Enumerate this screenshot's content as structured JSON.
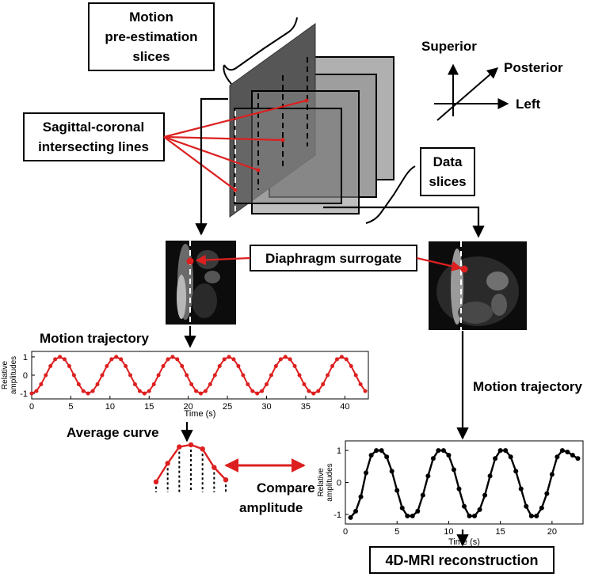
{
  "labels": {
    "motion_pre_estimation": [
      "Motion",
      "pre-estimation",
      "slices"
    ],
    "sagittal_coronal": [
      "Sagittal-coronal",
      "intersecting lines"
    ],
    "data_slices": [
      "Data",
      "slices"
    ],
    "diaphragm_surrogate": "Diaphragm surrogate",
    "motion_trajectory_left": "Motion trajectory",
    "motion_trajectory_right": "Motion trajectory",
    "average_curve": "Average curve",
    "compare_amplitude": [
      "Compare",
      "amplitude"
    ],
    "reconstruction": "4D-MRI reconstruction"
  },
  "axes_legend": {
    "superior": "Superior",
    "posterior": "Posterior",
    "left": "Left"
  },
  "colors": {
    "red": "#dd1f1f",
    "black": "#000000",
    "slice_dark": "#555555",
    "slice_light": "#a8a8a8"
  },
  "chart_data": [
    {
      "type": "line",
      "name": "left-trajectory",
      "xlabel": "Time (s)",
      "ylabel": [
        "Relative",
        "amplitudes"
      ],
      "xlim": [
        0,
        43
      ],
      "ylim": [
        -1.3,
        1.3
      ],
      "xticks": [
        0,
        5,
        10,
        15,
        20,
        25,
        30,
        35,
        40
      ],
      "yticks": [
        1,
        0,
        -1
      ],
      "color": "#dd1f1f",
      "x": [
        0.0,
        0.6,
        1.2,
        1.8,
        2.4,
        3.0,
        3.6,
        4.2,
        4.8,
        5.4,
        6.0,
        6.6,
        7.2,
        7.8,
        8.4,
        9.0,
        9.6,
        10.2,
        10.8,
        11.4,
        12.0,
        12.6,
        13.2,
        13.8,
        14.4,
        15.0,
        15.6,
        16.2,
        16.8,
        17.4,
        18.0,
        18.6,
        19.2,
        19.8,
        20.4,
        21.0,
        21.6,
        22.2,
        22.8,
        23.4,
        24.0,
        24.6,
        25.2,
        25.8,
        26.4,
        27.0,
        27.6,
        28.2,
        28.8,
        29.4,
        30.0,
        30.6,
        31.2,
        31.8,
        32.4,
        33.0,
        33.6,
        34.2,
        34.8,
        35.4,
        36.0,
        36.6,
        37.2,
        37.8,
        38.4,
        39.0,
        39.6,
        40.2,
        40.8,
        41.4,
        42.0,
        42.6
      ],
      "y": [
        -1.0,
        -0.87,
        -0.5,
        0.0,
        0.5,
        0.87,
        1.0,
        0.87,
        0.5,
        0.0,
        -0.5,
        -0.87,
        -1.0,
        -0.87,
        -0.5,
        0.0,
        0.5,
        0.87,
        1.0,
        0.87,
        0.5,
        0.0,
        -0.5,
        -0.87,
        -1.0,
        -0.87,
        -0.5,
        0.0,
        0.5,
        0.87,
        1.0,
        0.87,
        0.5,
        0.0,
        -0.5,
        -0.87,
        -1.0,
        -0.87,
        -0.5,
        0.0,
        0.5,
        0.87,
        1.0,
        0.87,
        0.5,
        0.0,
        -0.5,
        -0.87,
        -1.0,
        -0.87,
        -0.5,
        0.0,
        0.5,
        0.87,
        1.0,
        0.87,
        0.5,
        0.0,
        -0.5,
        -0.87,
        -1.0,
        -0.87,
        -0.5,
        0.0,
        0.5,
        0.87,
        1.0,
        0.87,
        0.5,
        0.0,
        -0.5,
        -0.87
      ]
    },
    {
      "type": "line",
      "name": "right-trajectory",
      "xlabel": "Time (s)",
      "ylabel": [
        "Relative",
        "amplitudes"
      ],
      "xlim": [
        0,
        23
      ],
      "ylim": [
        -1.3,
        1.3
      ],
      "xticks": [
        0,
        5,
        10,
        15,
        20
      ],
      "yticks": [
        1,
        0,
        -1
      ],
      "color": "#000000",
      "x": [
        0.5,
        1.0,
        1.5,
        2.0,
        2.5,
        3.0,
        3.5,
        4.0,
        4.5,
        5.0,
        5.5,
        6.0,
        6.5,
        7.0,
        7.5,
        8.0,
        8.5,
        9.0,
        9.5,
        10.0,
        10.5,
        11.0,
        11.5,
        12.0,
        12.5,
        13.0,
        13.5,
        14.0,
        14.5,
        15.0,
        15.5,
        16.0,
        16.5,
        17.0,
        17.5,
        18.0,
        18.5,
        19.0,
        19.5,
        20.0,
        20.5,
        21.0,
        21.5,
        22.0,
        22.5
      ],
      "y": [
        -1.1,
        -0.9,
        -0.45,
        0.3,
        0.85,
        1.0,
        1.0,
        0.8,
        0.35,
        -0.25,
        -0.8,
        -1.05,
        -1.05,
        -0.9,
        -0.4,
        0.2,
        0.75,
        1.0,
        1.0,
        0.85,
        0.4,
        -0.2,
        -0.75,
        -1.05,
        -1.05,
        -0.85,
        -0.4,
        0.2,
        0.75,
        1.0,
        1.0,
        0.8,
        0.35,
        -0.2,
        -0.75,
        -1.05,
        -1.05,
        -0.8,
        -0.35,
        0.25,
        0.8,
        1.0,
        0.95,
        0.85,
        0.75
      ]
    },
    {
      "type": "line",
      "name": "average-curve",
      "color": "#dd1f1f",
      "x": [
        0,
        1,
        2,
        3,
        4,
        5,
        6
      ],
      "y": [
        0.1,
        0.55,
        0.95,
        1.0,
        0.9,
        0.45,
        0.15
      ]
    }
  ]
}
